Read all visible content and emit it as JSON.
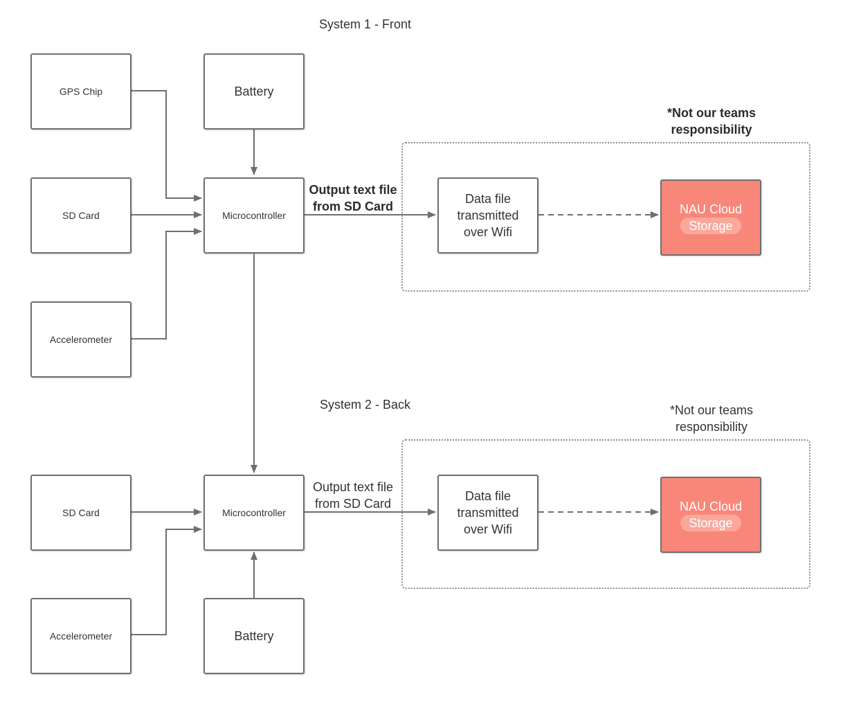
{
  "titles": {
    "system1": "System 1 - Front",
    "system2": "System 2 - Back"
  },
  "system1": {
    "gps": "GPS Chip",
    "battery": "Battery",
    "sd_card": "SD Card",
    "microcontroller": "Microcontroller",
    "accelerometer": "Accelerometer",
    "output_label": [
      "Output text file",
      "from SD Card"
    ],
    "data_file": [
      "Data file",
      "transmitted",
      "over Wifi"
    ],
    "cloud": [
      "NAU Cloud",
      "Storage"
    ],
    "note": [
      "*Not our teams",
      "responsibility"
    ]
  },
  "system2": {
    "sd_card": "SD Card",
    "microcontroller": "Microcontroller",
    "accelerometer": "Accelerometer",
    "battery": "Battery",
    "output_label": [
      "Output text file",
      "from SD Card"
    ],
    "data_file": [
      "Data file",
      "transmitted",
      "over Wifi"
    ],
    "cloud": [
      "NAU Cloud",
      "Storage"
    ],
    "note": [
      "*Not our teams",
      "responsibility"
    ]
  },
  "colors": {
    "line": "#6e6e6e",
    "cloud_fill": "#f8877a",
    "cloud_highlight": "#fba89c"
  }
}
